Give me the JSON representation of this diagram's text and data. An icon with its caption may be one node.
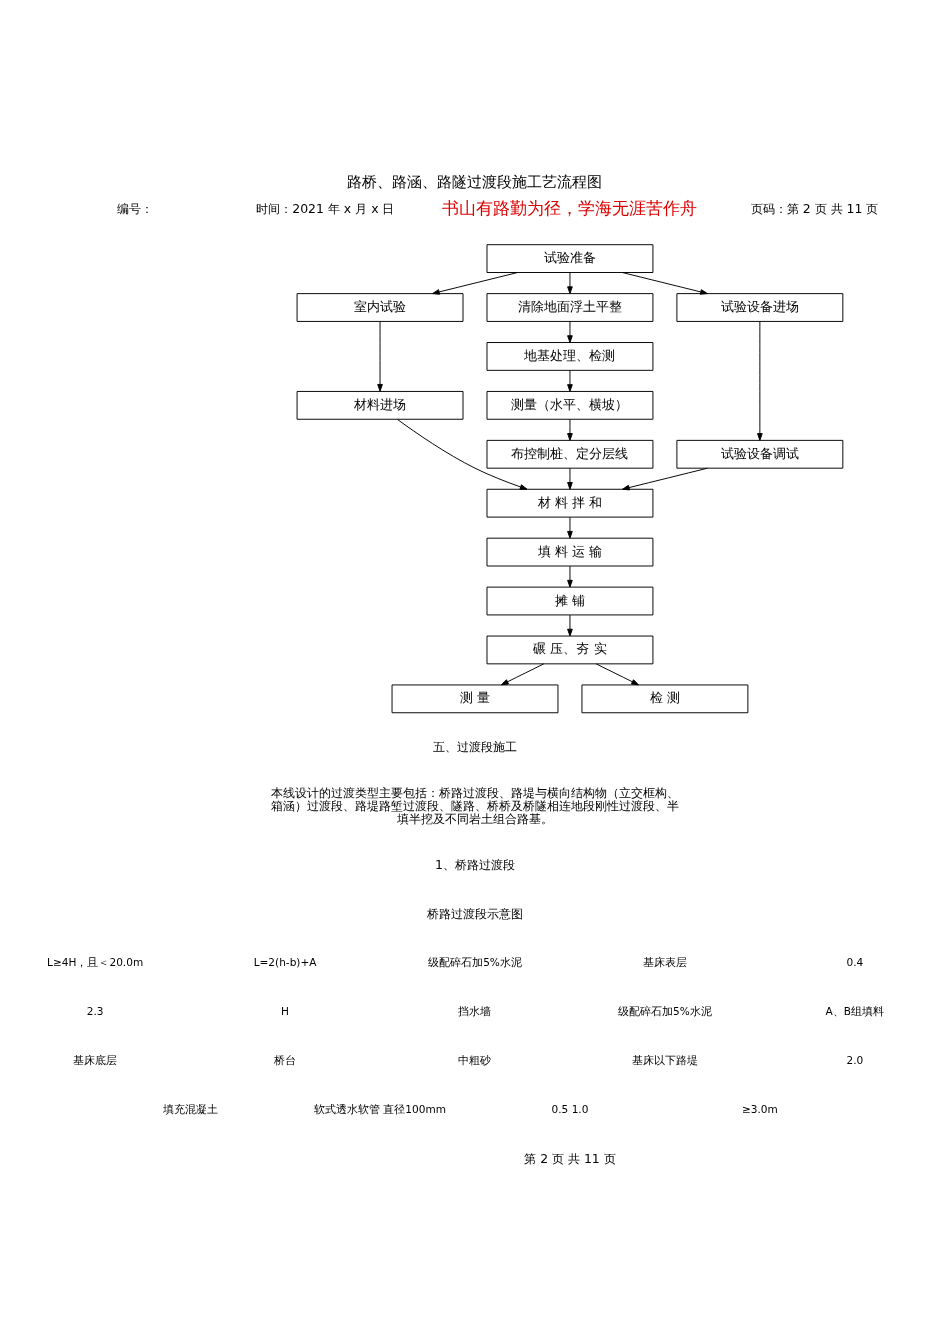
{
  "diagram": {
    "title": "路桥、路涵、路隧过渡段施工艺流程图",
    "nodes": [
      {
        "text": [
          "试验准备"
        ]
      },
      {
        "text": [
          "室内试验"
        ]
      },
      {
        "text": [
          "清除地面浮土平整"
        ]
      },
      {
        "text": [
          "试验设备进场"
        ]
      },
      {
        "text": [
          "材料进场"
        ]
      },
      {
        "text": [
          "地基处理、检测"
        ]
      },
      {
        "text": [
          "试验设备调试"
        ]
      },
      {
        "text": [
          "测量（水平、横坡）"
        ]
      },
      {
        "text": [
          "布控制桩、定分层线"
        ]
      },
      {
        "text": [
          "材 料 拌 和"
        ]
      },
      {
        "text": [
          "填 料 运 输"
        ]
      },
      {
        "text": [
          "摊 铺"
        ]
      },
      {
        "text": [
          "碾 压、夯 实"
        ]
      },
      {
        "text": [
          "测 量"
        ]
      },
      {
        "text": [
          "检 测"
        ]
      }
    ],
    "edges": [
      {
        "from": 0,
        "to": 1,
        "arrow": "to"
      },
      {
        "from": 0,
        "to": 2,
        "arrow": "to"
      },
      {
        "from": 0,
        "to": 3,
        "arrow": "to"
      },
      {
        "from": 1,
        "to": 4,
        "arrow": "to"
      },
      {
        "from": 2,
        "to": 5,
        "arrow": "to"
      },
      {
        "from": 3,
        "to": 6,
        "arrow": "to"
      },
      {
        "from": 5,
        "to": 7,
        "arrow": "to"
      },
      {
        "from": 7,
        "to": 8,
        "arrow": "to"
      },
      {
        "from": 4,
        "to": 9,
        "arrow": "to"
      },
      {
        "from": 8,
        "to": 9,
        "arrow": "to"
      },
      {
        "from": 6,
        "to": 9,
        "arrow": "to"
      },
      {
        "from": 9,
        "to": 10,
        "arrow": "to"
      },
      {
        "from": 10,
        "to": 11,
        "arrow": "to"
      },
      {
        "from": 11,
        "to": 12,
        "arrow": "to"
      },
      {
        "from": 12,
        "to": 13,
        "arrow": "to"
      },
      {
        "from": 12,
        "to": 14,
        "arrow": "to"
      }
    ],
    "labels": [
      "编号：",
      "时间：2021 年 x 月 x 日",
      "书山有路勤为径，学海无涯苦作舟",
      "页码：第 2 页 共 11 页",
      "五、过渡段施工",
      "本线设计的过渡类型主要包括：桥路过渡段、路堤与横向结构物（立交框构、箱涵）过渡段、路堤路堑过渡段、隧路、桥桥及桥隧相连地段刚性过渡段、半填半挖及不同岩土组合路基。",
      "1、桥路过渡段",
      "桥路过渡段示意图",
      "L≥4H，且＜20.0m",
      "L=2(h-b)+A",
      "级配碎石加5%水泥",
      "基床表层",
      "0.4",
      "2.3",
      "H",
      "挡水墙",
      "级配碎石加5%水泥",
      "A、B组填料",
      "基床底层",
      "桥台",
      "中粗砂",
      "基床以下路堤",
      "2.0",
      "填充混凝土",
      "软式透水软管 直径100mm",
      "0.5 1.0",
      "≥3.0m",
      "第 2 页 共 11 页"
    ]
  }
}
